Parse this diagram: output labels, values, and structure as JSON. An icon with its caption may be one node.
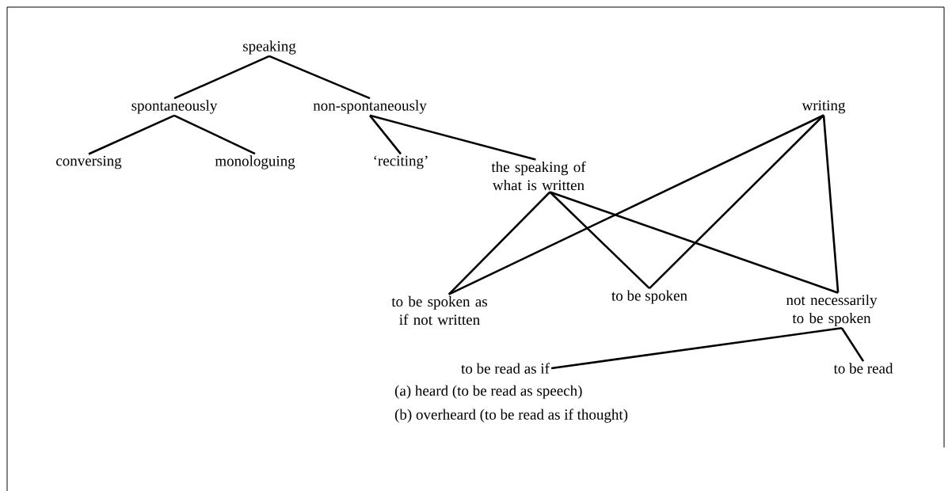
{
  "diagram": {
    "nodes": [
      {
        "text": [
          "speaking"
        ]
      },
      {
        "text": [
          "spontaneously"
        ]
      },
      {
        "text": [
          "non-spontaneously"
        ]
      },
      {
        "text": [
          "writing"
        ]
      },
      {
        "text": [
          "conversing"
        ]
      },
      {
        "text": [
          "monologuing"
        ]
      },
      {
        "text": [
          "‘reciting’"
        ]
      },
      {
        "text": [
          "the speaking of what is written"
        ]
      },
      {
        "text": [
          "to be spoken as if not written"
        ]
      },
      {
        "text": [
          "to be spoken"
        ]
      },
      {
        "text": [
          "not necessarily to be spoken"
        ]
      },
      {
        "text": [
          "to be read as if"
        ],
        "beside": [
          "(a) heard (to be read as speech)",
          "(b) overheard (to be read as if thought)"
        ]
      },
      {
        "text": [
          "to be read"
        ]
      }
    ],
    "edges": [
      {
        "from": 0,
        "to": 1,
        "arrow": "none"
      },
      {
        "from": 0,
        "to": 2,
        "arrow": "none"
      },
      {
        "from": 1,
        "to": 4,
        "arrow": "none"
      },
      {
        "from": 1,
        "to": 5,
        "arrow": "none"
      },
      {
        "from": 2,
        "to": 6,
        "arrow": "none"
      },
      {
        "from": 2,
        "to": 7,
        "arrow": "none"
      },
      {
        "from": 7,
        "to": 8,
        "arrow": "none"
      },
      {
        "from": 7,
        "to": 9,
        "arrow": "none"
      },
      {
        "from": 7,
        "to": 10,
        "arrow": "none"
      },
      {
        "from": 3,
        "to": 8,
        "arrow": "none"
      },
      {
        "from": 3,
        "to": 9,
        "arrow": "none"
      },
      {
        "from": 3,
        "to": 10,
        "arrow": "none"
      },
      {
        "from": 10,
        "to": 11,
        "arrow": "none"
      },
      {
        "from": 10,
        "to": 12,
        "arrow": "none"
      }
    ]
  }
}
